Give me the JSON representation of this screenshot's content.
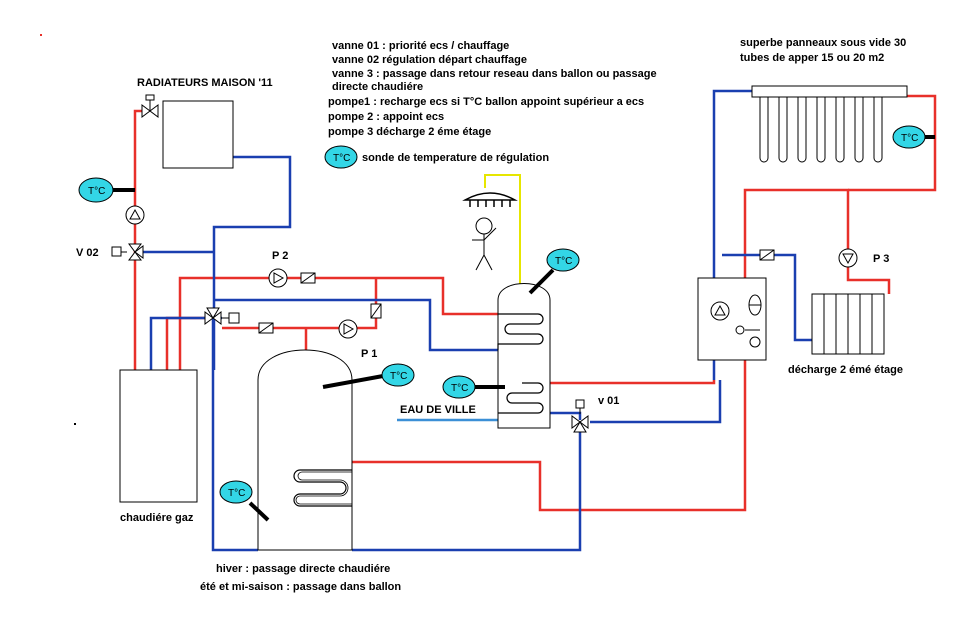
{
  "labels": {
    "radiators_title": "RADIATEURS MAISON '11",
    "boiler": "chaudiére gaz",
    "city_water": "EAU DE VILLE",
    "winter_note": "hiver : passage directe chaudiére",
    "summer_note": "été et mi-saison : passage dans ballon",
    "solar_title_line1": "superbe panneaux sous vide 30",
    "solar_title_line2": "tubes de apper 15 ou 20 m2",
    "discharge_label": "décharge 2 émé étage",
    "valve_v02": "V 02",
    "valve_v01": "v 01",
    "pump_p1": "P 1",
    "pump_p2": "P 2",
    "pump_p3": "P 3",
    "sensor": "T°C"
  },
  "legend": {
    "lines": [
      "vanne 01 : priorité ecs / chauffage",
      "vanne 02 régulation départ chauffage",
      "vanne 3 : passage dans retour reseau dans ballon ou passage",
      "directe chaudiére",
      "pompe1 : recharge ecs si T°C ballon appoint supérieur a ecs",
      "pompe 2 : appoint ecs",
      "pompe 3 décharge 2 éme étage"
    ],
    "sensor_legend": "sonde de temperature de régulation"
  },
  "colors": {
    "hot_pipe": "#e8302a",
    "cold_pipe": "#1a3fb0",
    "city_water_pipe": "#3b8fd6",
    "sensor_fill": "#33d6e6",
    "shower_line": "#e6e600"
  }
}
